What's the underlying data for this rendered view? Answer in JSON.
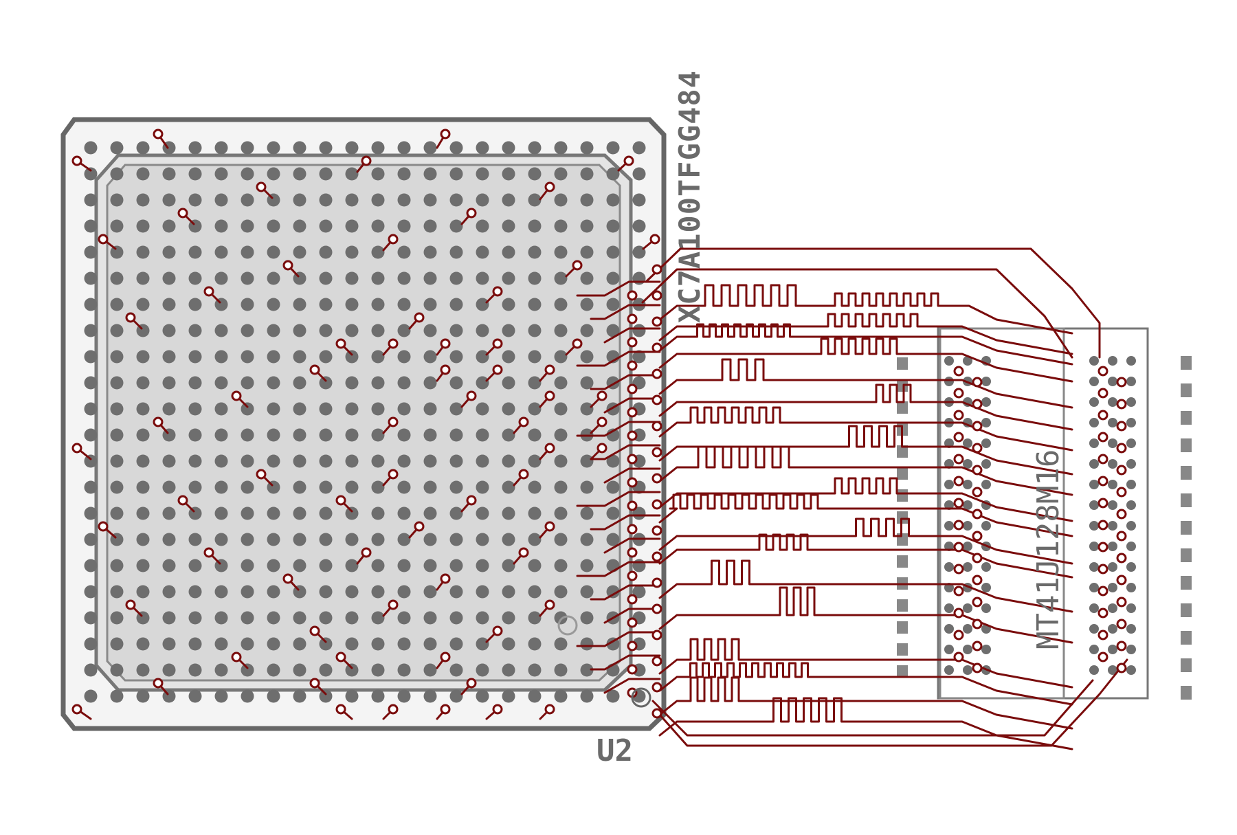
{
  "board": {
    "fpga": {
      "ref": "U2",
      "part": "XC7A100TFGG484"
    },
    "memory": {
      "part": "MT41J128M16"
    }
  },
  "colors": {
    "background": "#ffffff",
    "outline": "#6a6a6a",
    "silkscreen": "#7a7a7a",
    "pad": "#6e6e6e",
    "package_fill": "#d8d8d8",
    "trace": "#7a0c0c",
    "via_fill": "#ffffff"
  }
}
